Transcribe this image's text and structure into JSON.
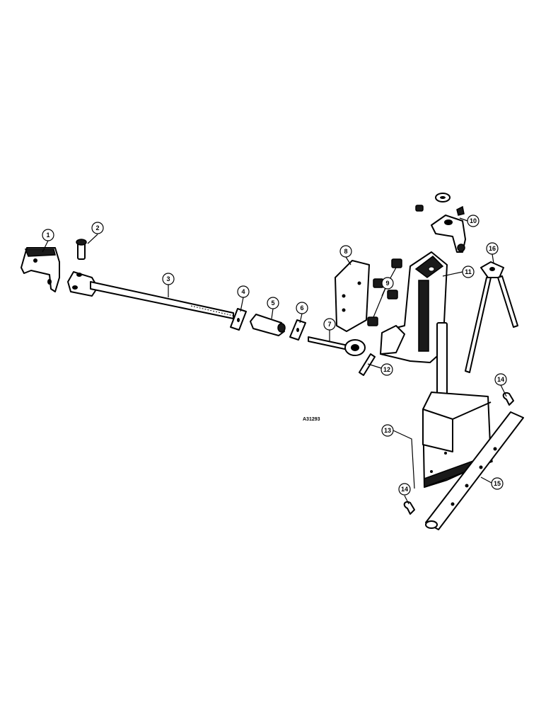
{
  "callouts": [
    "1",
    "2",
    "3",
    "4",
    "5",
    "6",
    "7",
    "8",
    "9",
    "10",
    "11",
    "12",
    "13",
    "14",
    "15",
    "16"
  ],
  "reference_code": "A31293"
}
